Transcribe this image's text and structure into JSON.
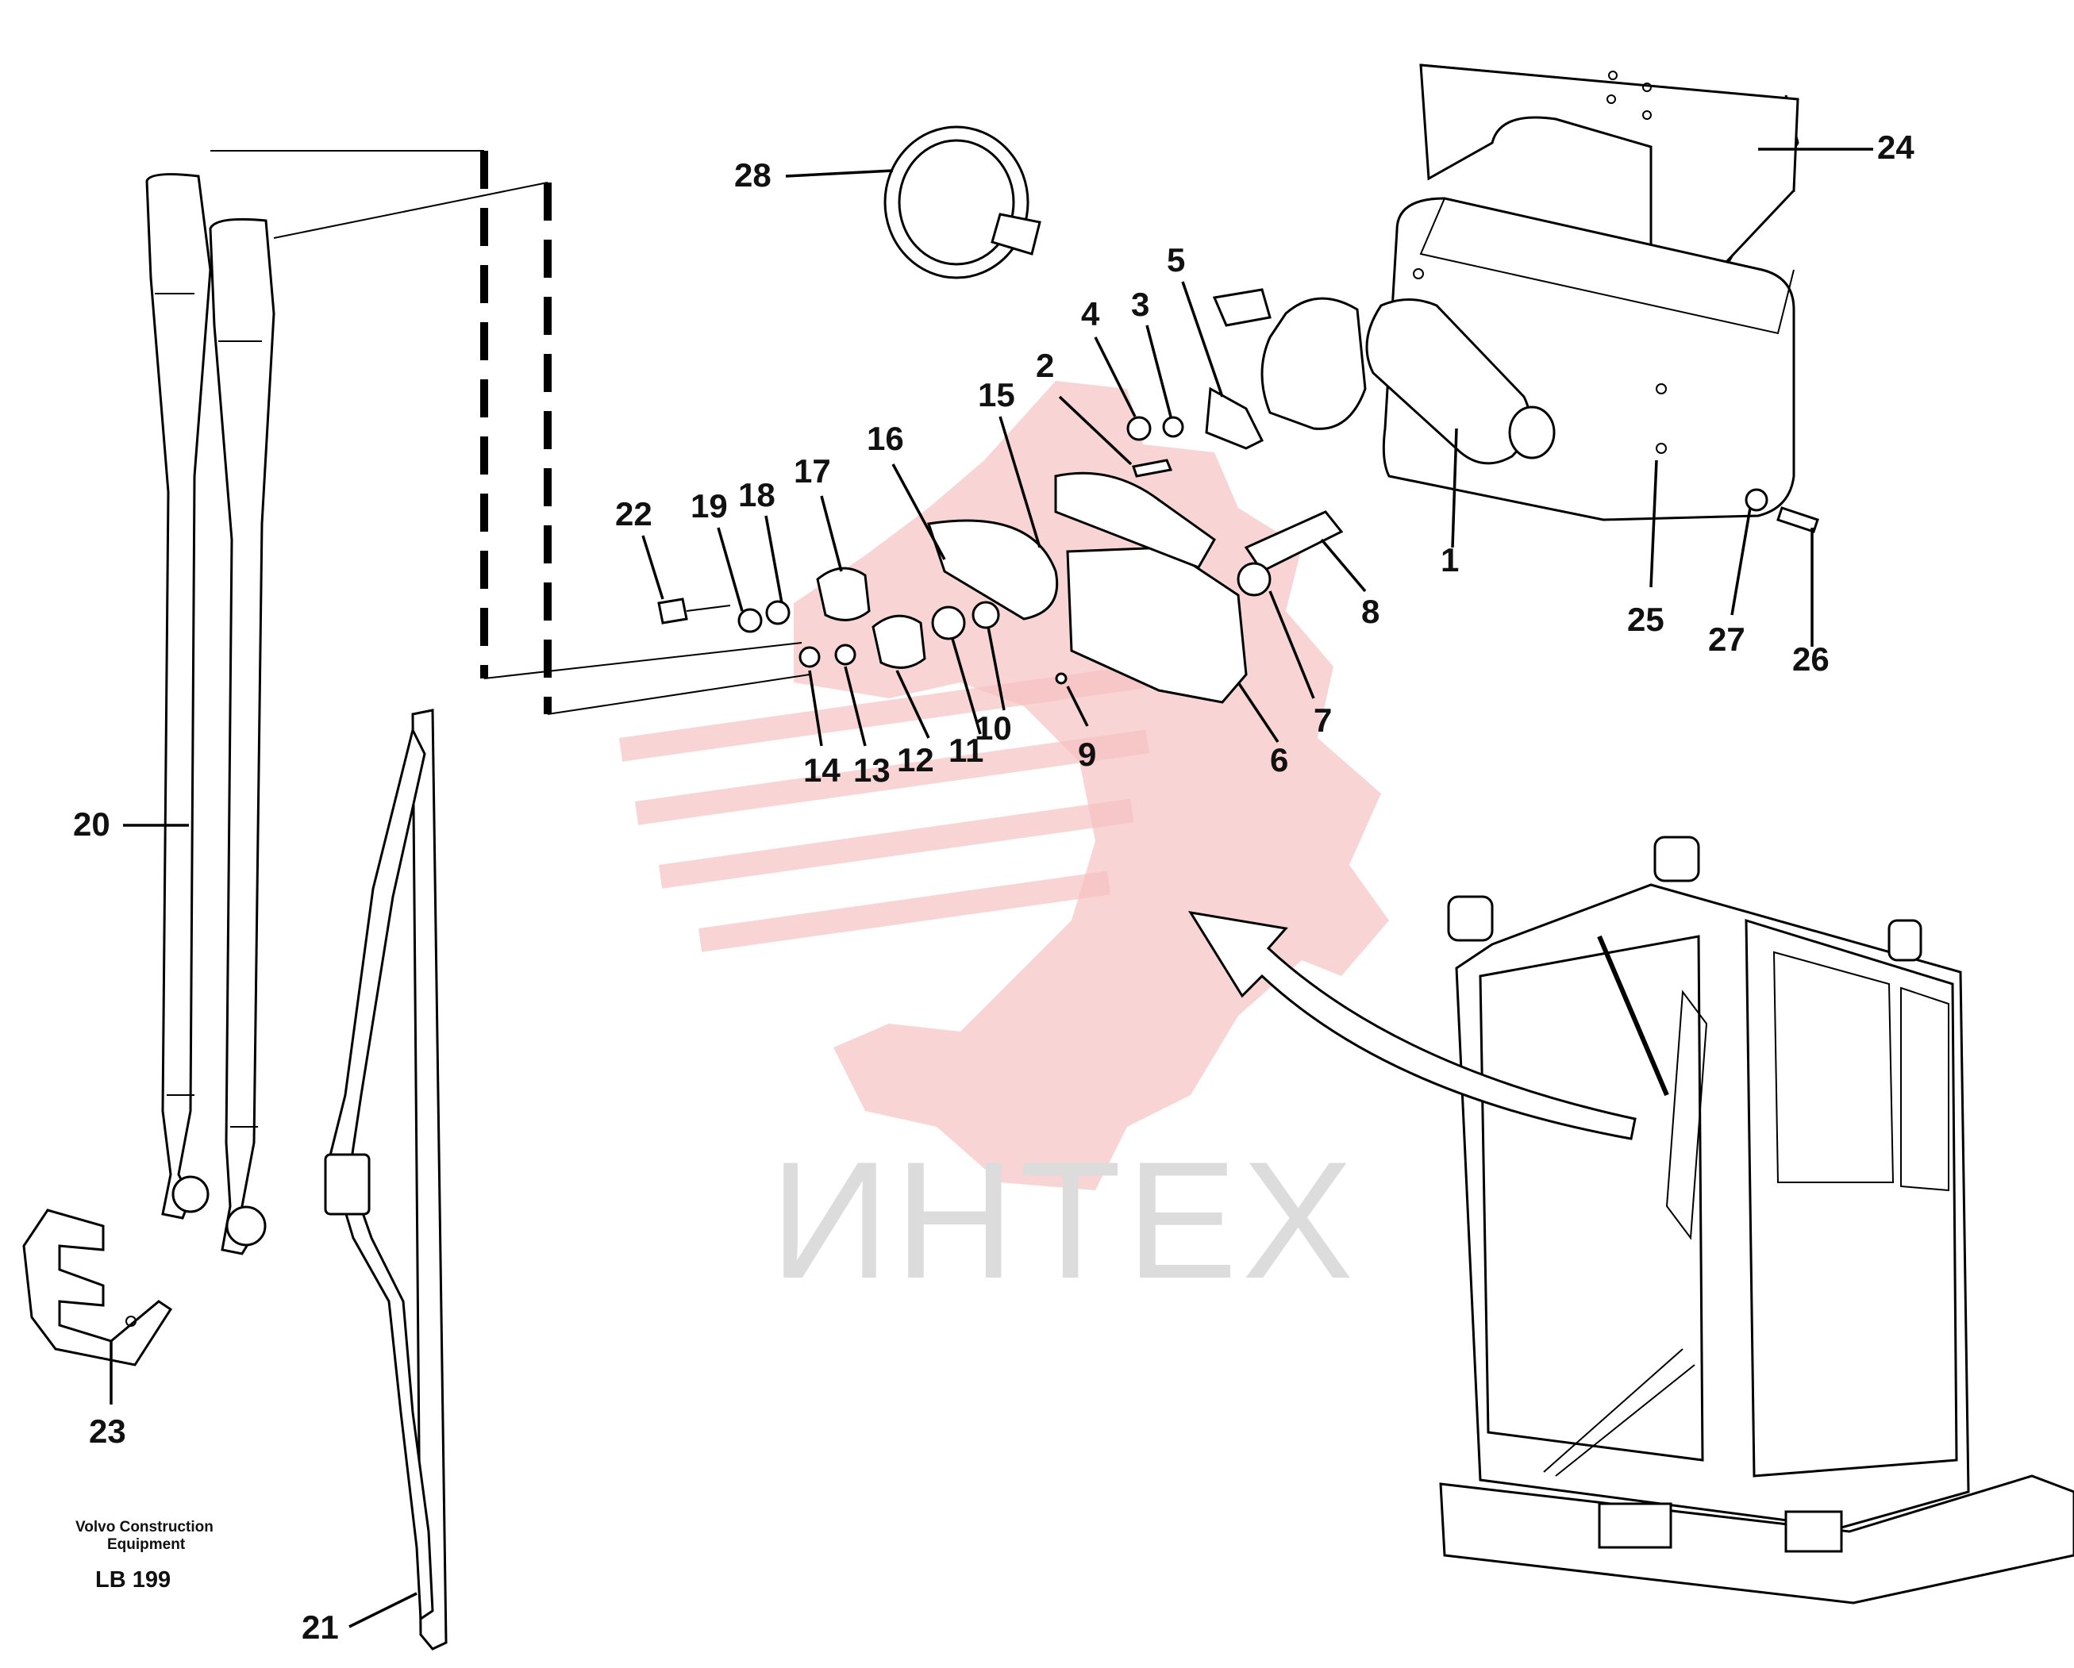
{
  "diagram": {
    "callouts": [
      {
        "id": "1",
        "label": "1"
      },
      {
        "id": "2",
        "label": "2"
      },
      {
        "id": "3",
        "label": "3"
      },
      {
        "id": "4",
        "label": "4"
      },
      {
        "id": "5",
        "label": "5"
      },
      {
        "id": "6",
        "label": "6"
      },
      {
        "id": "7",
        "label": "7"
      },
      {
        "id": "8",
        "label": "8"
      },
      {
        "id": "9",
        "label": "9"
      },
      {
        "id": "10",
        "label": "10"
      },
      {
        "id": "11",
        "label": "11"
      },
      {
        "id": "12",
        "label": "12"
      },
      {
        "id": "13",
        "label": "13"
      },
      {
        "id": "14",
        "label": "14"
      },
      {
        "id": "15",
        "label": "15"
      },
      {
        "id": "16",
        "label": "16"
      },
      {
        "id": "17",
        "label": "17"
      },
      {
        "id": "18",
        "label": "18"
      },
      {
        "id": "19",
        "label": "19"
      },
      {
        "id": "20",
        "label": "20"
      },
      {
        "id": "21",
        "label": "21"
      },
      {
        "id": "22",
        "label": "22"
      },
      {
        "id": "23",
        "label": "23"
      },
      {
        "id": "24",
        "label": "24"
      },
      {
        "id": "25",
        "label": "25"
      },
      {
        "id": "26",
        "label": "26"
      },
      {
        "id": "27",
        "label": "27"
      },
      {
        "id": "28",
        "label": "28"
      }
    ],
    "footer": {
      "publisher_line1": "Volvo Construction",
      "publisher_line2": "Equipment",
      "code": "LB 199"
    },
    "watermark": {
      "text": "ИНТЕХ",
      "color": "#f3a8a8"
    }
  }
}
